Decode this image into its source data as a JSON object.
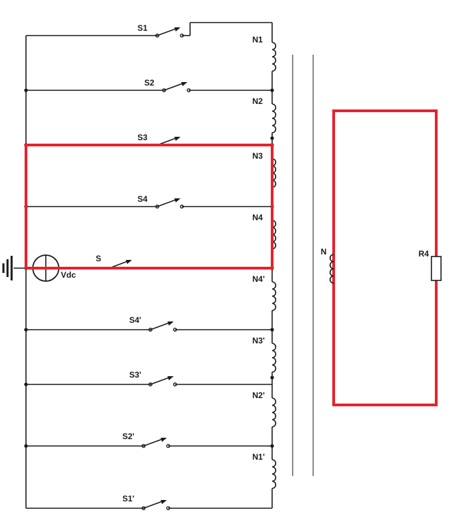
{
  "switches": {
    "s1": "S1",
    "s2": "S2",
    "s3": "S3",
    "s4": "S4",
    "s": "S",
    "s4p": "S4'",
    "s3p": "S3'",
    "s2p": "S2'",
    "s1p": "S1'"
  },
  "windings": {
    "n1": "N1",
    "n2": "N2",
    "n3": "N3",
    "n4": "N4",
    "n4p": "N4'",
    "n3p": "N3'",
    "n2p": "N2'",
    "n1p": "N1'",
    "n": "N"
  },
  "source": "Vdc",
  "resistor": "R4",
  "colors": {
    "wire": "#1a1a1a",
    "highlight": "#e8222b",
    "core": "#8a8a8a"
  }
}
